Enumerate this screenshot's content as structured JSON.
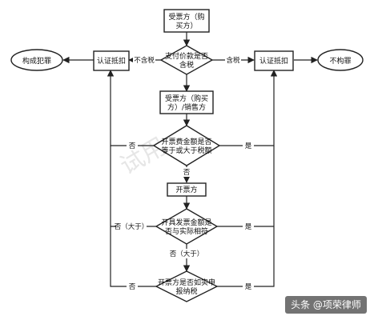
{
  "nodes": {
    "recipient": [
      "受票方（购",
      "买方）"
    ],
    "payment": [
      "支付价款是否",
      "含税"
    ],
    "deduct_left": "认证抵扣",
    "crime": "构成犯罪",
    "deduct_right": "认证抵扣",
    "no_crime": "不构罪",
    "recipient_seller": [
      "受票方（购买",
      "方）/销售方"
    ],
    "fee_check": [
      "开票费金额是否",
      "等于或大于税额"
    ],
    "issuer": "开票方",
    "invoice_check": [
      "开具发票金额是",
      "否与实际相符"
    ],
    "tax_check": [
      "开票方是否如实申",
      "报纳税"
    ]
  },
  "edge_labels": {
    "not_taxed": "不含税",
    "taxed": "含税",
    "no": "否",
    "yes": "是",
    "no_greater": "否（大于）"
  },
  "watermark": "试用",
  "signature": "头条 @项荣律师",
  "colors": {
    "stroke": "#222222",
    "fill": "#ffffff",
    "text": "#111111"
  }
}
